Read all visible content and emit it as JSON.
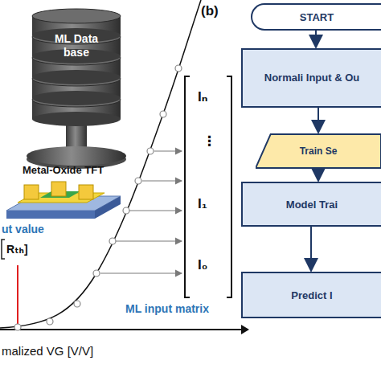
{
  "diagram": {
    "nodes": [
      {
        "text": [
          "ML Data base"
        ]
      },
      {
        "text": [
          "START"
        ]
      },
      {
        "text": [
          "Normali Input & Ou"
        ]
      },
      {
        "text": [
          "Train Se"
        ]
      },
      {
        "text": [
          "Model Trai"
        ]
      },
      {
        "text": [
          "Predict I"
        ]
      }
    ],
    "edges": [
      {
        "from": 1,
        "to": 2,
        "arrow": "to"
      },
      {
        "from": 2,
        "to": 3,
        "arrow": "to"
      },
      {
        "from": 3,
        "to": 4,
        "arrow": "to"
      },
      {
        "from": 4,
        "to": 5,
        "arrow": "to"
      }
    ],
    "labels": [
      "Metal-Oxide TFT",
      "ut value",
      "Rₜₕ]",
      "Iₙ",
      "⋮",
      "I₁",
      "I₀",
      "ML input matrix",
      "malized VG [V/V]",
      "(b)"
    ]
  }
}
